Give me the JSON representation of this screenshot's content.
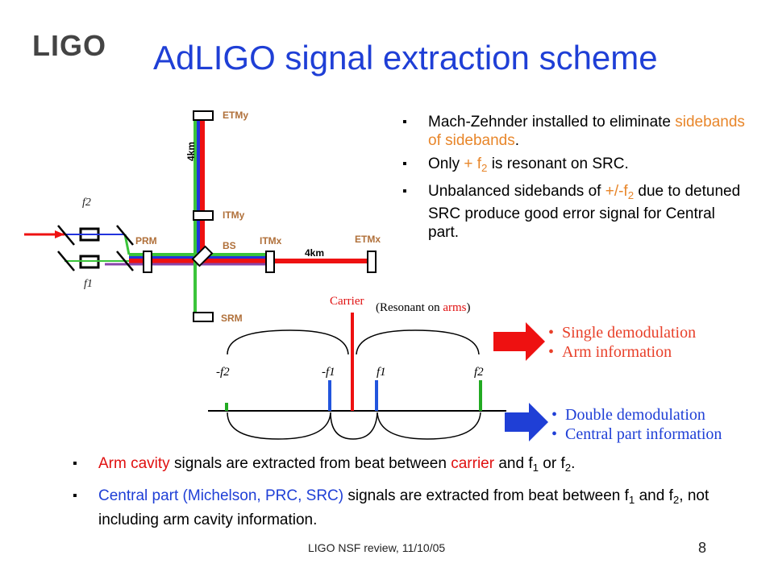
{
  "logo": "LIGO",
  "title": "AdLIGO signal extraction scheme",
  "diagram": {
    "labels": {
      "etmy": "ETMy",
      "itmy": "ITMy",
      "itmx": "ITMx",
      "etmx": "ETMx",
      "prm": "PRM",
      "bs": "BS",
      "srm": "SRM",
      "arm_y": "4km",
      "arm_x": "4km",
      "f1": "f1",
      "f2": "f2"
    }
  },
  "top_bullets": {
    "b1_prefix": "Mach-Zehnder installed to eliminate ",
    "b1_highlight": "sidebands of sidebands",
    "b1_suffix": ".",
    "b2_prefix": "Only ",
    "b2_highlight": "+ f",
    "b2_sub": "2",
    "b2_suffix": " is resonant on SRC.",
    "b3_prefix": "Unbalanced sidebands of ",
    "b3_highlight": "+/-f",
    "b3_sub": "2",
    "b3_suffix": " due to detuned SRC produce good error signal for Central part."
  },
  "spectrum": {
    "carrier_label": "Carrier",
    "resonant_open": "(Resonant on ",
    "resonant_highlight": "arms",
    "resonant_close": ")",
    "labels": [
      "-f2",
      "-f1",
      "f1",
      "f2"
    ]
  },
  "single_demod": {
    "line1": "Single demodulation",
    "line2": "Arm information",
    "color": "#e8402a"
  },
  "double_demod": {
    "line1": "Double demodulation",
    "line2": "Central part information",
    "color": "#1f3fd6"
  },
  "bottom_bullets": {
    "b1_part1": "Arm cavity",
    "b1_part2": " signals are extracted from beat between ",
    "b1_part3": "carrier",
    "b1_part4": " and f",
    "b1_sub1": "1",
    "b1_part5": " or f",
    "b1_sub2": "2",
    "b1_part6": ".",
    "b2_part1": "Central part (Michelson, PRC, SRC)",
    "b2_part2": " signals are extracted from beat between f",
    "b2_sub1": "1",
    "b2_part3": " and f",
    "b2_sub2": "2",
    "b2_part4": ", not including arm cavity information."
  },
  "footer": "LIGO NSF review, 11/10/05",
  "page_number": "8"
}
